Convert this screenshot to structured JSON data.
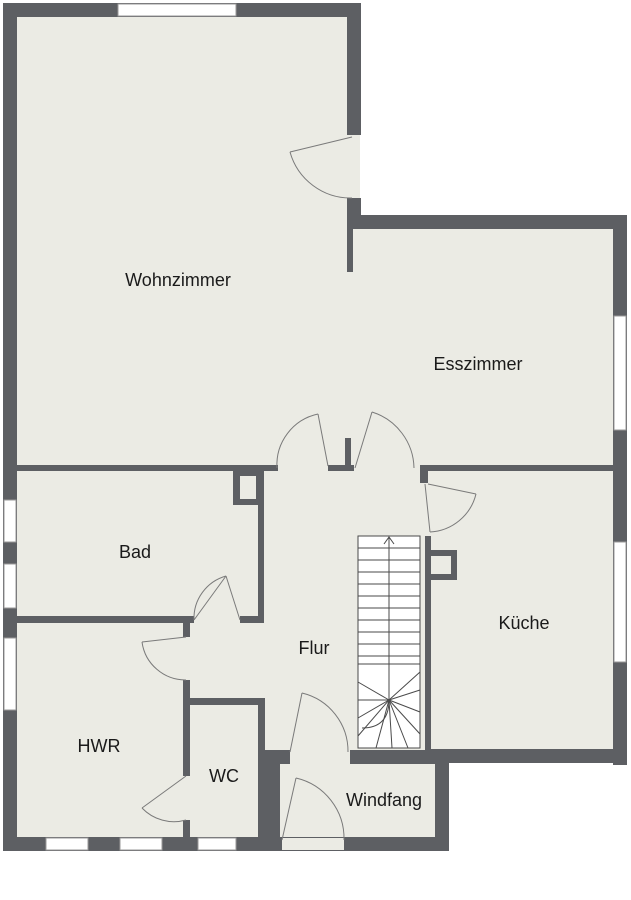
{
  "rooms": {
    "wohnzimmer": "Wohnzimmer",
    "esszimmer": "Esszimmer",
    "bad": "Bad",
    "flur": "Flur",
    "kueche": "Küche",
    "hwr": "HWR",
    "wc": "WC",
    "windfang": "Windfang"
  },
  "colors": {
    "wall": "#5d5f63",
    "floor": "#ebebe4",
    "background": "#ffffff"
  }
}
